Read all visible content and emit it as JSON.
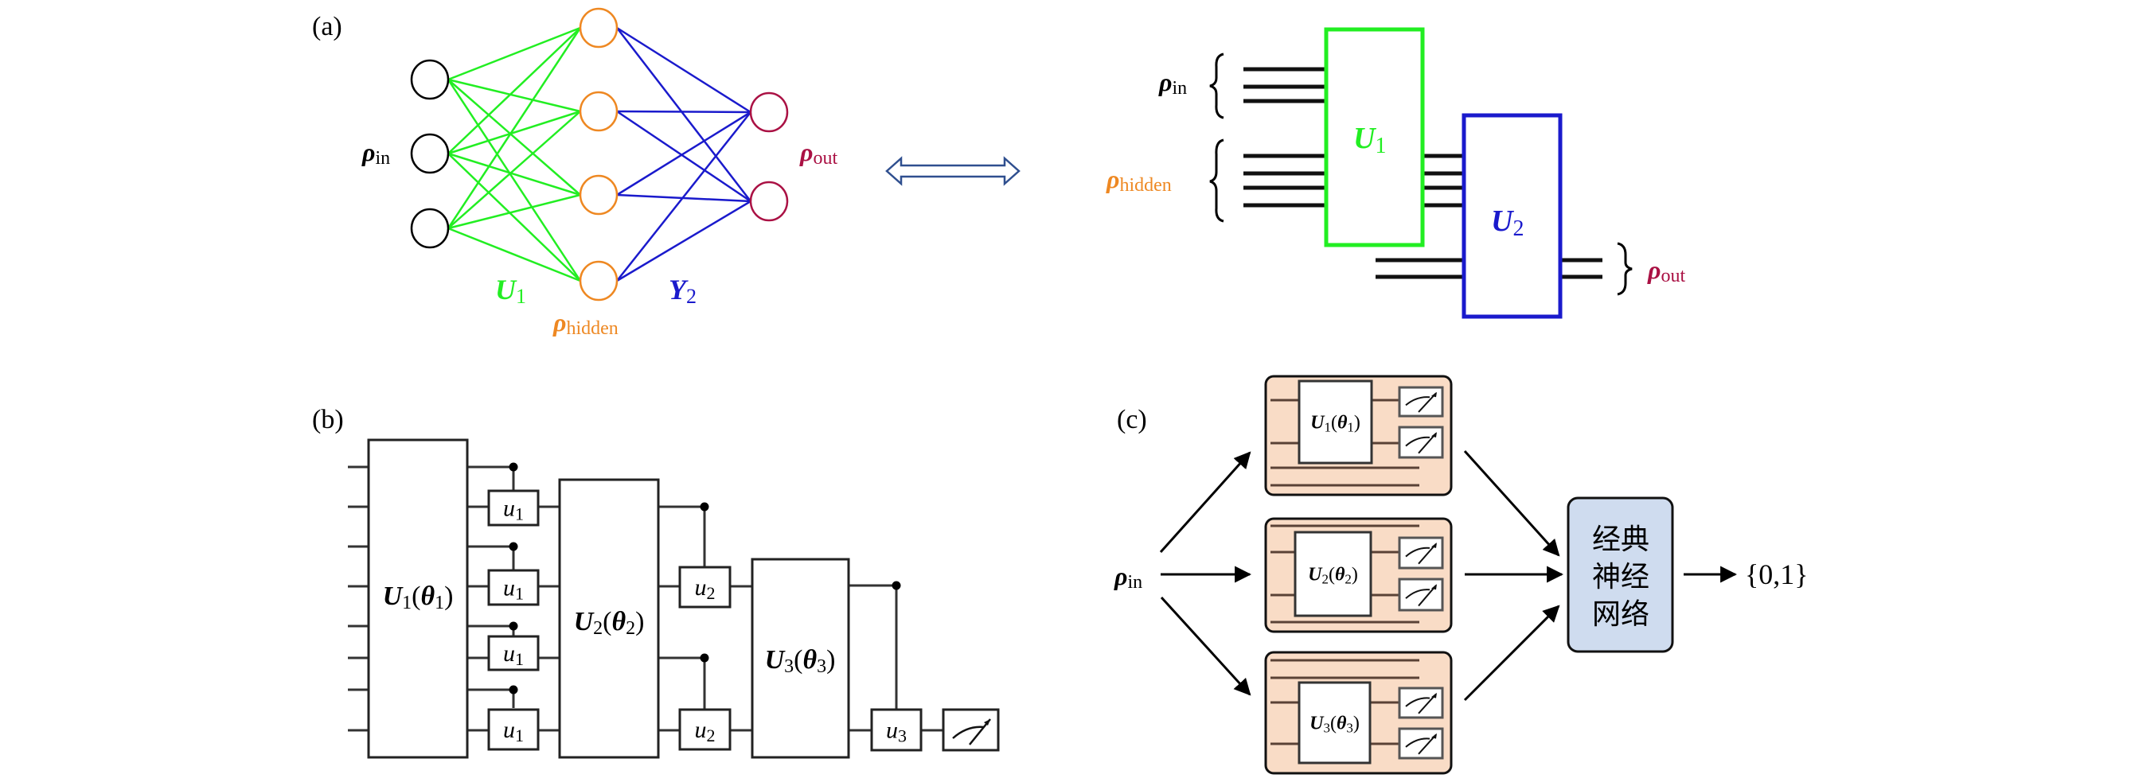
{
  "colors": {
    "green": "#22ee22",
    "blue": "#1a1acc",
    "orange": "#ee8822",
    "crimson": "#aa1144",
    "arrow_outline": "#2f4f8f",
    "panel_c_box_fill": "#f9dcc6",
    "classical_box_fill": "#cfdcef",
    "wire": "#222222"
  },
  "panel_a": {
    "label": "(a)",
    "network": {
      "input_label": {
        "symbol": "ρ",
        "sub": "in"
      },
      "hidden_label": {
        "symbol": "ρ",
        "sub": "hidden"
      },
      "output_label": {
        "symbol": "ρ",
        "sub": "out"
      },
      "u1_label": {
        "symbol": "U",
        "sub": "1"
      },
      "y2_label": {
        "symbol": "Y",
        "sub": "2"
      },
      "input_count": 3,
      "hidden_count": 4,
      "output_count": 2
    },
    "equivalence_arrow": "double-arrow-icon",
    "circuit": {
      "rho_in": {
        "symbol": "ρ",
        "sub": "in",
        "wires": 3
      },
      "rho_hidden": {
        "symbol": "ρ",
        "sub": "hidden",
        "wires": 4
      },
      "rho_out": {
        "symbol": "ρ",
        "sub": "out",
        "wires": 2
      },
      "gate1": {
        "symbol": "U",
        "sub": "1"
      },
      "gate2": {
        "symbol": "U",
        "sub": "2"
      }
    }
  },
  "panel_b": {
    "label": "(b)",
    "gates": [
      {
        "symbol": "U",
        "sub": "1",
        "param": "θ",
        "param_sub": "1"
      },
      {
        "symbol": "U",
        "sub": "2",
        "param": "θ",
        "param_sub": "2"
      },
      {
        "symbol": "U",
        "sub": "3",
        "param": "θ",
        "param_sub": "3"
      }
    ],
    "small_gates": {
      "u1": {
        "symbol": "u",
        "sub": "1"
      },
      "u2": {
        "symbol": "u",
        "sub": "2"
      },
      "u3": {
        "symbol": "u",
        "sub": "3"
      }
    },
    "measurement": "meter-icon"
  },
  "panel_c": {
    "label": "(c)",
    "input": {
      "symbol": "ρ",
      "sub": "in"
    },
    "circuits": [
      {
        "symbol": "U",
        "sub": "1",
        "param": "θ",
        "param_sub": "1"
      },
      {
        "symbol": "U",
        "sub": "2",
        "param": "θ",
        "param_sub": "2"
      },
      {
        "symbol": "U",
        "sub": "3",
        "param": "θ",
        "param_sub": "3"
      }
    ],
    "classical_nn": [
      "经典",
      "神经",
      "网络"
    ],
    "output": "{0,1}"
  }
}
